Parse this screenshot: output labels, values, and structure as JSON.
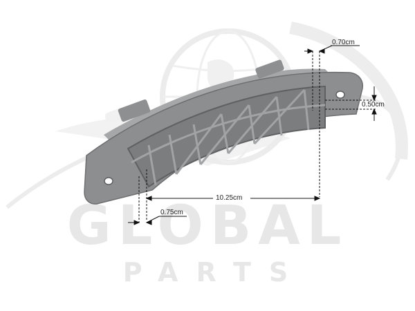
{
  "watermark": {
    "brand": "GLOBAL",
    "tagline": "PARTS"
  },
  "dimensions": {
    "top_width": "0.70cm",
    "side_offset": "0.50cm",
    "span_length": "10.25cm",
    "bottom_width": "0.75cm"
  },
  "colors": {
    "part_body": "#8c8d8f",
    "part_dark": "#6f7072",
    "pin": "#eeeeee",
    "watermark": "#e7e7e7",
    "dimension_line": "#111111"
  }
}
